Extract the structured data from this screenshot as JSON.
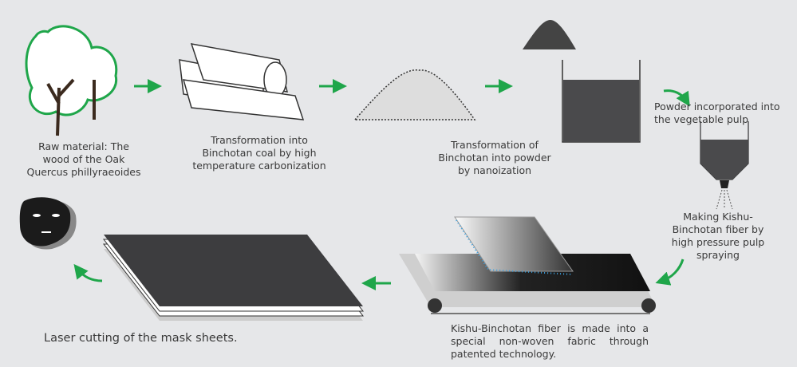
{
  "colors": {
    "background": "#e6e7e9",
    "arrow": "#1fa64a",
    "dark": "#4a4a4c"
  },
  "steps": [
    {
      "lines": [
        "Raw material: The",
        "wood of the Oak",
        "Quercus phillyraeoides"
      ]
    },
    {
      "lines": [
        "Transformation into",
        "Binchotan coal by high",
        "temperature carbonization"
      ]
    },
    {
      "lines": [
        "Transformation of",
        "Binchotan into powder",
        "by nanoization"
      ]
    },
    {
      "lines": [
        "Powder incorporated into",
        "the vegetable pulp"
      ]
    },
    {
      "lines": [
        "Making Kishu-",
        "Binchotan fiber by",
        "high pressure pulp",
        "spraying"
      ]
    },
    {
      "text": "Kishu-Binchotan fiber is made into a special non-woven fabric through patented technology."
    },
    {
      "text": "Laser cutting of the mask sheets."
    }
  ]
}
